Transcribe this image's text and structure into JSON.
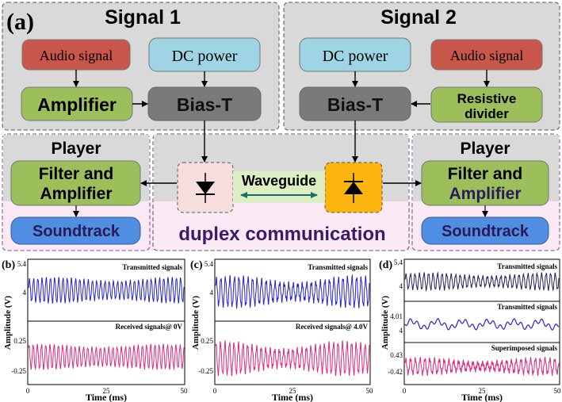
{
  "panel_a": {
    "label": "(a)",
    "signal1": {
      "title": "Signal 1",
      "audio": "Audio signal",
      "dc": "DC power",
      "amplifier": "Amplifier",
      "biast": "Bias-T"
    },
    "signal2": {
      "title": "Signal 2",
      "dc": "DC power",
      "audio": "Audio signal",
      "biast": "Bias-T",
      "divider_line1": "Resistive",
      "divider_line2": "divider"
    },
    "player_left": {
      "title": "Player",
      "filter_line1": "Filter and",
      "filter_line2": "Amplifier",
      "soundtrack": "Soundtrack"
    },
    "player_right": {
      "title": "Player",
      "filter_line1": "Filter and",
      "filter_line2": "Amplifier",
      "soundtrack": "Soundtrack"
    },
    "waveguide": "Waveguide",
    "duplex": "duplex communication",
    "colors": {
      "audio": "#c9564a",
      "dc": "#9ed4e3",
      "green": "#9cbf5c",
      "biast": "#7a7a7a",
      "soundtrack": "#4f8ee0",
      "led_left": "#f6dede",
      "led_right": "#fbb50e",
      "gray_panel": "#d9d9d9",
      "pink_panel": "#fbe9f6",
      "wave_blue": "#2424d0",
      "wave_pink": "#e0287c",
      "wave_dark": "#2b1a5a"
    }
  },
  "panel_b": {
    "label": "(b)",
    "top_label": "Transmitted signals",
    "bottom_label": "Received signals@ 0V",
    "y_label": "Amplitude (V)",
    "x_label": "Time (ms)",
    "top_ticks": [
      "5.4",
      "4"
    ],
    "bottom_ticks": [
      "0.25",
      "-0.25"
    ],
    "x_ticks": [
      "0",
      "25",
      "50"
    ]
  },
  "panel_c": {
    "label": "(c)",
    "top_label": "Transmitted signals",
    "bottom_label": "Received signals@ 4.0V",
    "y_label": "Amplitude (V)",
    "x_label": "Time (ms)",
    "top_ticks": [
      "5.4",
      "4"
    ],
    "bottom_ticks": [
      "0.25",
      "-0.25"
    ],
    "x_ticks": [
      "0",
      "25",
      "50"
    ]
  },
  "panel_d": {
    "label": "(d)",
    "top_label": "Transmitted signals",
    "mid_label": "Transmitted signals",
    "bottom_label": "Superimposed signals",
    "y_label": "Amplitude (V)",
    "x_label": "Time (ms)",
    "top_ticks": [
      "5.4",
      "4"
    ],
    "mid_ticks": [
      "4.01",
      "4"
    ],
    "bottom_ticks": [
      "0.43",
      "-0.42"
    ],
    "x_ticks": [
      "0",
      "25",
      "50"
    ]
  }
}
